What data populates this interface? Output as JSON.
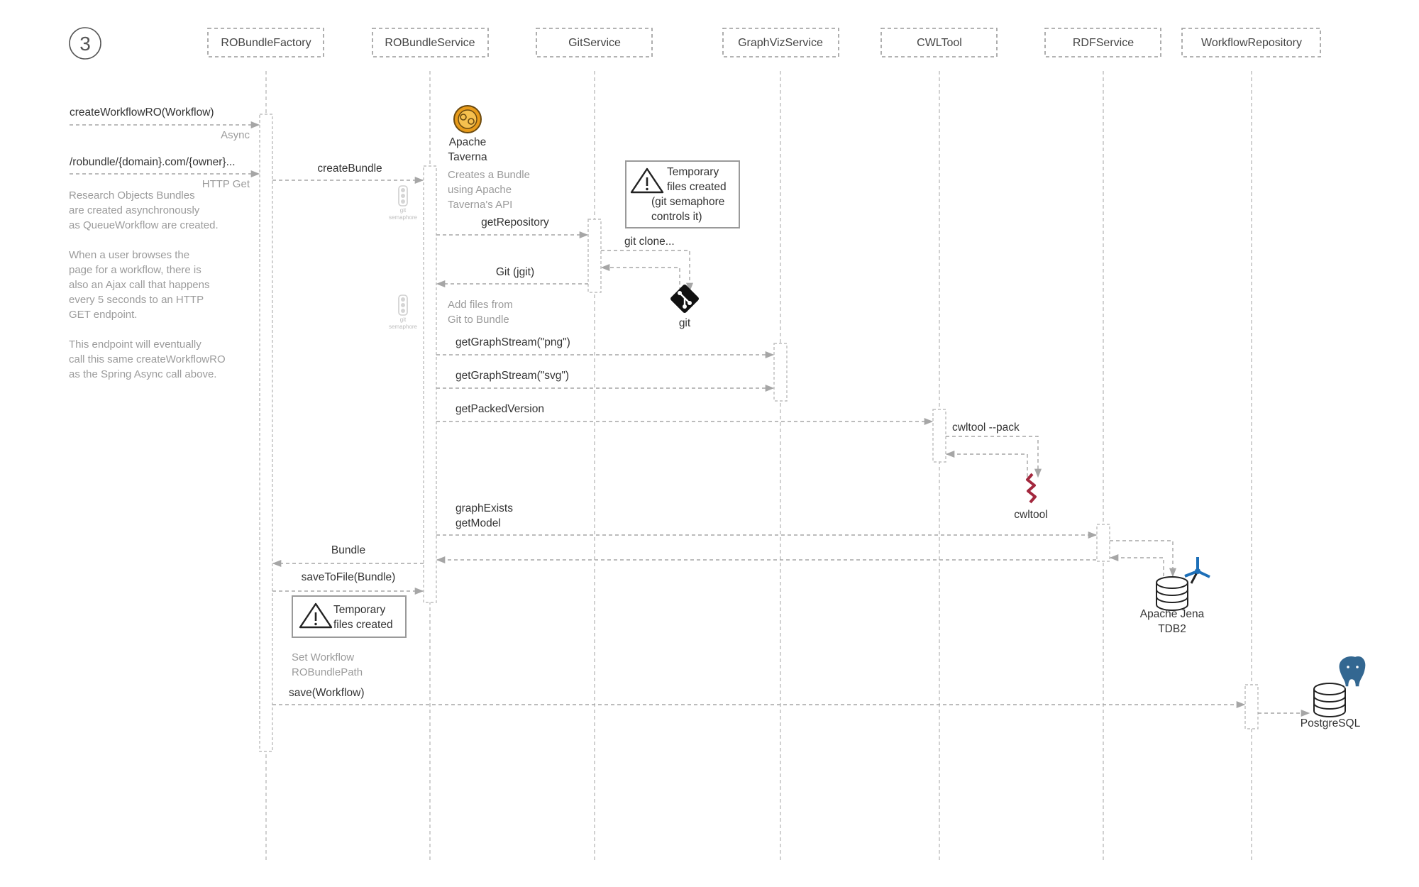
{
  "step_number": "3",
  "participants": [
    {
      "name": "ROBundleFactory"
    },
    {
      "name": "ROBundleService"
    },
    {
      "name": "GitService"
    },
    {
      "name": "GraphVizService"
    },
    {
      "name": "CWLTool"
    },
    {
      "name": "RDFService"
    },
    {
      "name": "WorkflowRepository"
    }
  ],
  "messages": {
    "create_workflow_ro": "createWorkflowRO(Workflow)",
    "async": "Async",
    "robundle_url": "/robundle/{domain}.com/{owner}...",
    "http_get": "HTTP Get",
    "create_bundle": "createBundle",
    "get_repository": "getRepository",
    "git_clone": "git clone...",
    "git_jgit": "Git (jgit)",
    "graph_png": "getGraphStream(\"png\")",
    "graph_svg": "getGraphStream(\"svg\")",
    "get_packed_version": "getPackedVersion",
    "cwltool_pack": "cwltool --pack",
    "graph_exists": "graphExists",
    "get_model": "getModel",
    "bundle": "Bundle",
    "save_to_file": "saveToFile(Bundle)",
    "save_workflow": "save(Workflow)"
  },
  "notes": {
    "left_description": [
      "Research Objects Bundles",
      "are created asynchronously",
      "as QueueWorkflow are created.",
      "",
      "When a user browses the",
      "page for a workflow, there is",
      "also an Ajax call that happens",
      "every 5 seconds to an HTTP",
      "GET endpoint.",
      "",
      "This endpoint will eventually",
      "call this same createWorkflowRO",
      "as the Spring Async call above."
    ],
    "creates_bundle": [
      "Creates a Bundle",
      "using Apache",
      "Taverna's API"
    ],
    "add_files": [
      "Add files from",
      "Git to Bundle"
    ],
    "set_workflow": [
      "Set Workflow",
      "ROBundlePath"
    ],
    "temp_files_git": [
      "Temporary",
      "files created",
      "(git semaphore",
      "controls it)"
    ],
    "temp_files": [
      "Temporary",
      "files created"
    ]
  },
  "icons": [
    {
      "name": "apache-taverna-icon",
      "label": [
        "Apache",
        "Taverna"
      ]
    },
    {
      "name": "git-icon",
      "label": [
        "git"
      ]
    },
    {
      "name": "cwltool-icon",
      "label": [
        "cwltool"
      ]
    },
    {
      "name": "apache-jena-icon",
      "label": [
        "Apache Jena",
        "TDB2"
      ]
    },
    {
      "name": "postgresql-icon",
      "label": [
        "PostgreSQL"
      ]
    },
    {
      "name": "traffic-light-icon",
      "label": [
        "git",
        "semaphore"
      ]
    }
  ],
  "colors": {
    "git": "#111111",
    "cwltool": "#a3283e",
    "jena": "#1d6fb8",
    "postgres": "#336791",
    "taverna": "#e89b1a"
  }
}
